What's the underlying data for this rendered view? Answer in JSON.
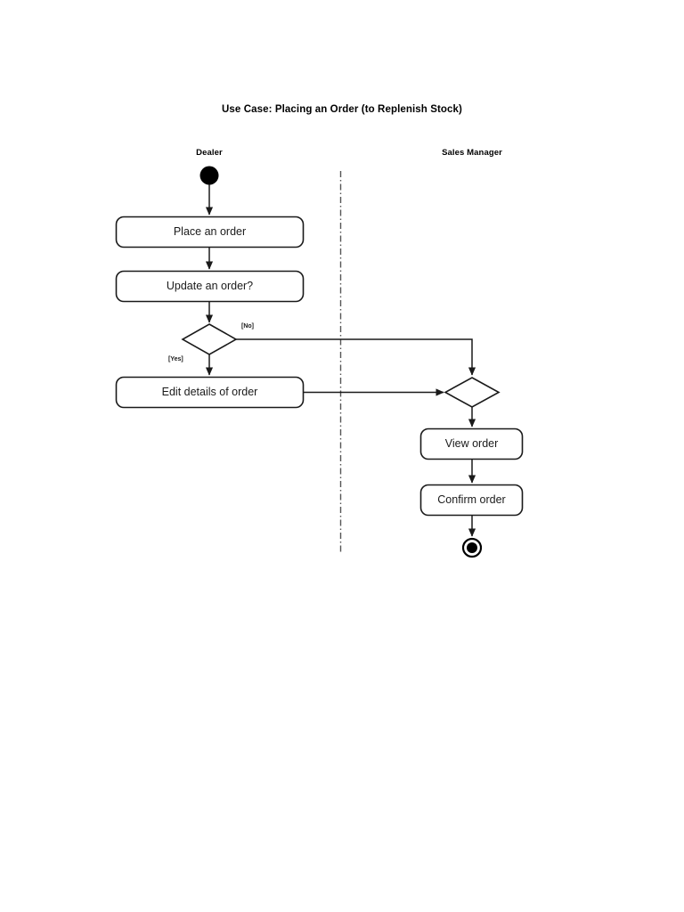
{
  "diagram": {
    "title": "Use Case: Placing an Order (to Replenish Stock)",
    "type": "uml-activity-diagram",
    "background_color": "#ffffff",
    "line_color": "#1a1a1a",
    "swimlanes": [
      {
        "id": "dealer",
        "label": "Dealer"
      },
      {
        "id": "sales_manager",
        "label": "Sales Manager"
      }
    ],
    "nodes": [
      {
        "id": "start",
        "type": "initial-node",
        "label": "",
        "lane": "dealer"
      },
      {
        "id": "place_order",
        "type": "action",
        "label": "Place an order",
        "lane": "dealer"
      },
      {
        "id": "update_order",
        "type": "action",
        "label": "Update an order?",
        "lane": "dealer"
      },
      {
        "id": "decision",
        "type": "decision-node",
        "label": "",
        "lane": "dealer"
      },
      {
        "id": "edit_details",
        "type": "action",
        "label": "Edit details of order",
        "lane": "dealer"
      },
      {
        "id": "merge",
        "type": "merge-node",
        "label": "",
        "lane": "sales_manager"
      },
      {
        "id": "view_order",
        "type": "action",
        "label": "View order",
        "lane": "sales_manager"
      },
      {
        "id": "confirm_order",
        "type": "action",
        "label": "Confirm order",
        "lane": "sales_manager"
      },
      {
        "id": "end",
        "type": "final-node",
        "label": "",
        "lane": "sales_manager"
      }
    ],
    "guards": [
      {
        "id": "guard_no",
        "label": "[No]",
        "from": "decision",
        "to": "merge"
      },
      {
        "id": "guard_yes",
        "label": "[Yes]",
        "from": "decision",
        "to": "edit_details"
      }
    ],
    "edges": [
      {
        "from": "start",
        "to": "place_order"
      },
      {
        "from": "place_order",
        "to": "update_order"
      },
      {
        "from": "update_order",
        "to": "decision"
      },
      {
        "from": "decision",
        "to": "merge",
        "guard": "[No]"
      },
      {
        "from": "decision",
        "to": "edit_details",
        "guard": "[Yes]"
      },
      {
        "from": "edit_details",
        "to": "merge"
      },
      {
        "from": "merge",
        "to": "view_order"
      },
      {
        "from": "view_order",
        "to": "confirm_order"
      },
      {
        "from": "confirm_order",
        "to": "end"
      }
    ]
  }
}
